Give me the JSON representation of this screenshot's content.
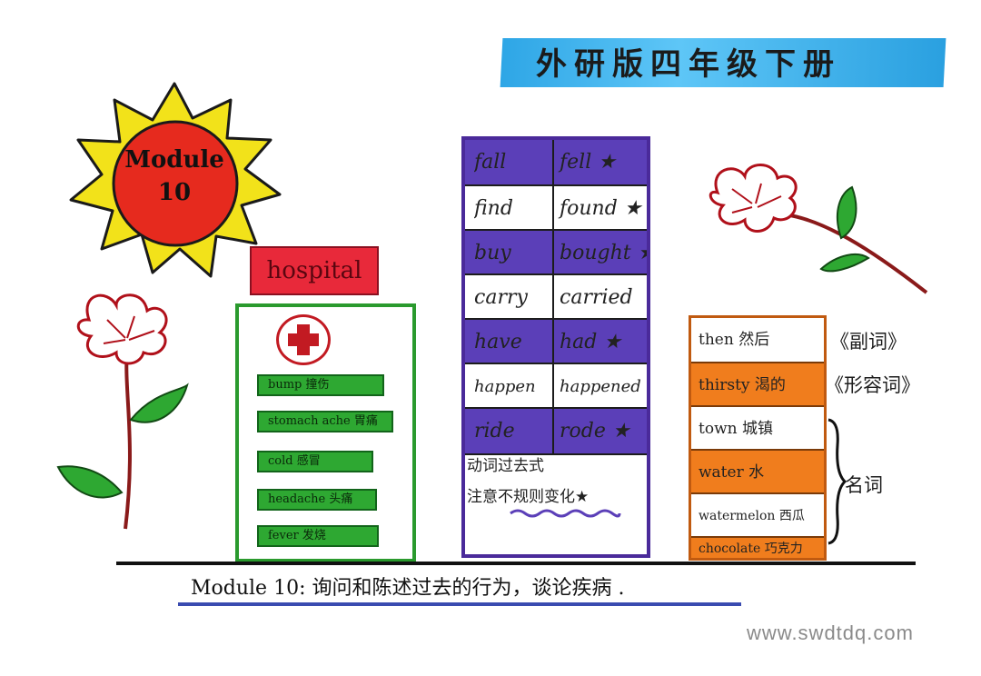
{
  "title": "外研版四年级下册",
  "sun": {
    "line1": "Module",
    "line2": "10"
  },
  "hospital": {
    "sign": "hospital",
    "vocab": [
      "bump 撞伤",
      "stomach ache 胃痛",
      "cold 感冒",
      "headache 头痛",
      "fever 发烧"
    ]
  },
  "verbs": {
    "rows": [
      {
        "base": "fall",
        "past": "fell ★"
      },
      {
        "base": "find",
        "past": "found ★"
      },
      {
        "base": "buy",
        "past": "bought ★"
      },
      {
        "base": "carry",
        "past": "carried"
      },
      {
        "base": "have",
        "past": "had ★"
      },
      {
        "base": "happen",
        "past": "happened"
      },
      {
        "base": "ride",
        "past": "rode ★"
      }
    ],
    "note1": "动词过去式",
    "note2": "注意不规则变化★"
  },
  "words": {
    "rows": [
      "then 然后",
      "thirsty 渴的",
      "town 城镇",
      "water 水",
      "watermelon 西瓜",
      "chocolate 巧克力"
    ],
    "labels": {
      "adverb": "《副词》",
      "adjective": "《形容词》",
      "noun": "名词"
    }
  },
  "footer": "Module 10: 询问和陈述过去的行为，谈论疾病 .",
  "watermark": "www.swdtdq.com",
  "colors": {
    "purple": "#5b3fb8",
    "green": "#2ea832",
    "orange": "#f07d1d",
    "red": "#e8293a",
    "sun": "#f2e21a",
    "sky": "#3eb0ee"
  }
}
